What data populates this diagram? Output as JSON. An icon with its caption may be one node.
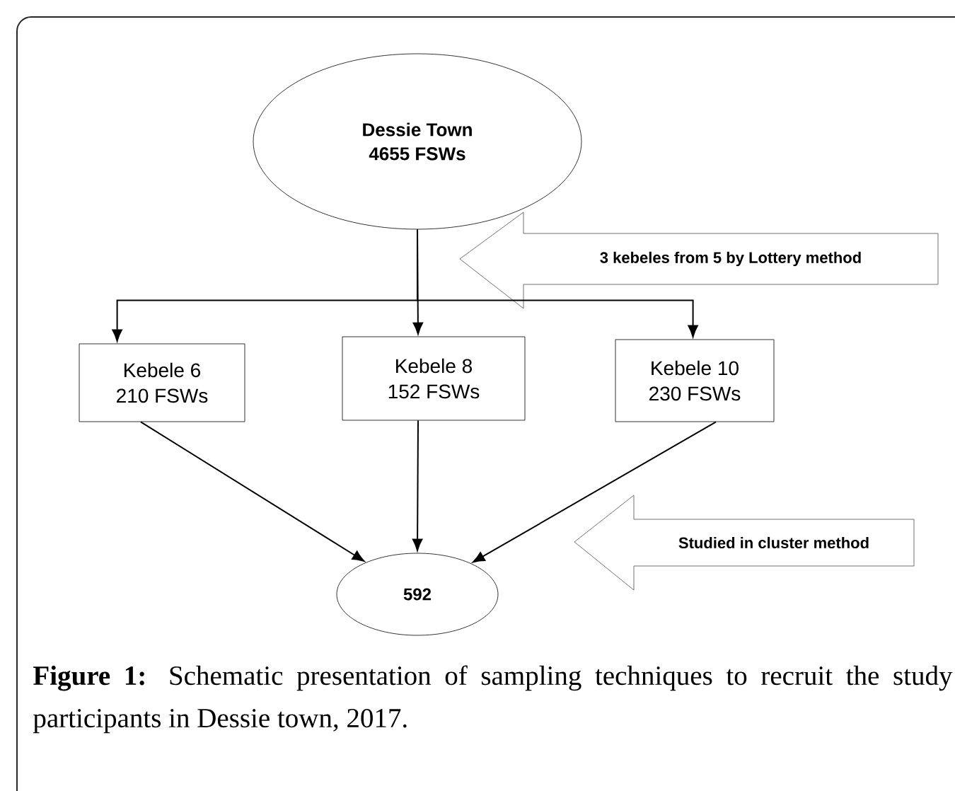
{
  "diagram": {
    "caption": "**Figure 1:** Schematic presentation of sampling techniques to recruit the study participants in Dessie town, 2017.",
    "nodes": [
      {
        "text": [
          "Dessie Town",
          "4655 FSWs"
        ]
      },
      {
        "text": [
          "Kebele 6",
          "210 FSWs"
        ]
      },
      {
        "text": [
          "Kebele 8",
          "152 FSWs"
        ]
      },
      {
        "text": [
          "Kebele 10",
          "230 FSWs"
        ]
      },
      {
        "text": [
          "592"
        ]
      },
      {
        "text": [
          "3 kebeles from 5 by Lottery method"
        ]
      },
      {
        "text": [
          "Studied in cluster method"
        ]
      }
    ],
    "edges": [
      {
        "from": 0,
        "to": 1,
        "arrow": "to"
      },
      {
        "from": 0,
        "to": 2,
        "arrow": "to"
      },
      {
        "from": 0,
        "to": 3,
        "arrow": "to"
      },
      {
        "from": 1,
        "to": 4,
        "arrow": "to"
      },
      {
        "from": 2,
        "to": 4,
        "arrow": "to"
      },
      {
        "from": 3,
        "to": 4,
        "arrow": "to"
      }
    ]
  }
}
